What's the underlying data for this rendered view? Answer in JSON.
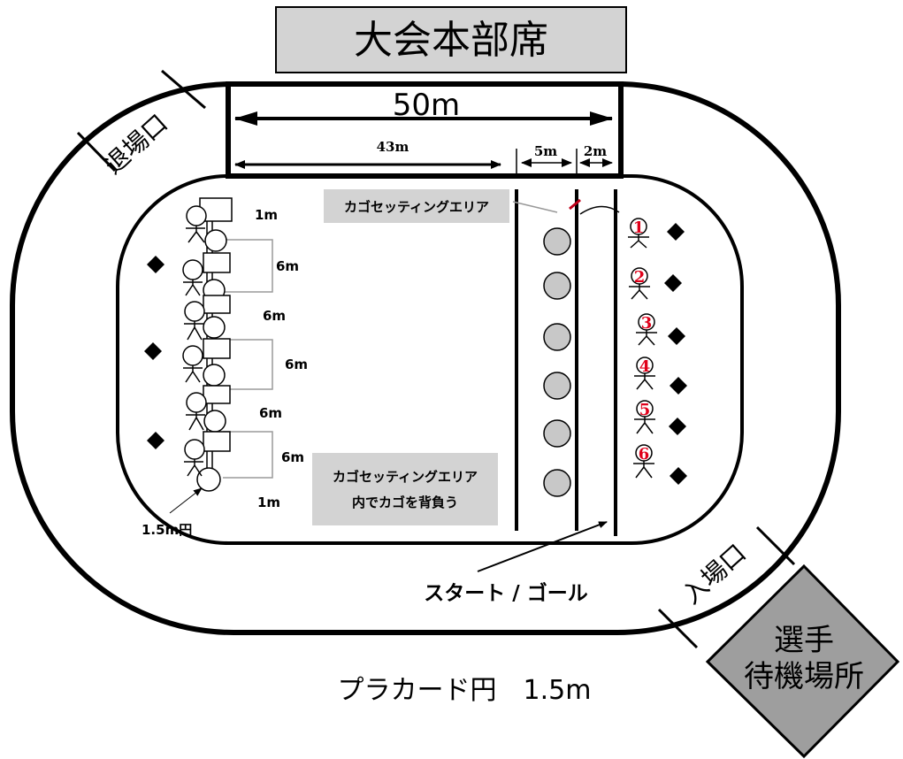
{
  "headquarters": {
    "label": "大会本部席"
  },
  "dimensions": {
    "total": "50m",
    "setting_area_width": "43m",
    "lane_5m": "5m",
    "lane_2m": "2m",
    "gap_1m_top": "1m",
    "gap_1m_bottom": "1m",
    "spacing_6m": [
      "6m",
      "6m",
      "6m",
      "6m",
      "6m"
    ],
    "circle_size": "1.5m円"
  },
  "labels": {
    "exit": "退場口",
    "entrance": "入場口",
    "basket_setting_area": "カゴセッティングエリア",
    "basket_setting_note_line1": "カゴセッティングエリア",
    "basket_setting_note_line2": "内でカゴを背負う",
    "start_goal": "スタート / ゴール",
    "waiting_area_line1": "選手",
    "waiting_area_line2": "待機場所",
    "placard_caption": "プラカード円　1.5m"
  },
  "runners": [
    "1",
    "2",
    "3",
    "4",
    "5",
    "6"
  ],
  "colors": {
    "box_fill": "#d3d3d3",
    "diamond": "#000000",
    "runner_number": "#e0001a",
    "gray_line": "#9a9a9a"
  }
}
